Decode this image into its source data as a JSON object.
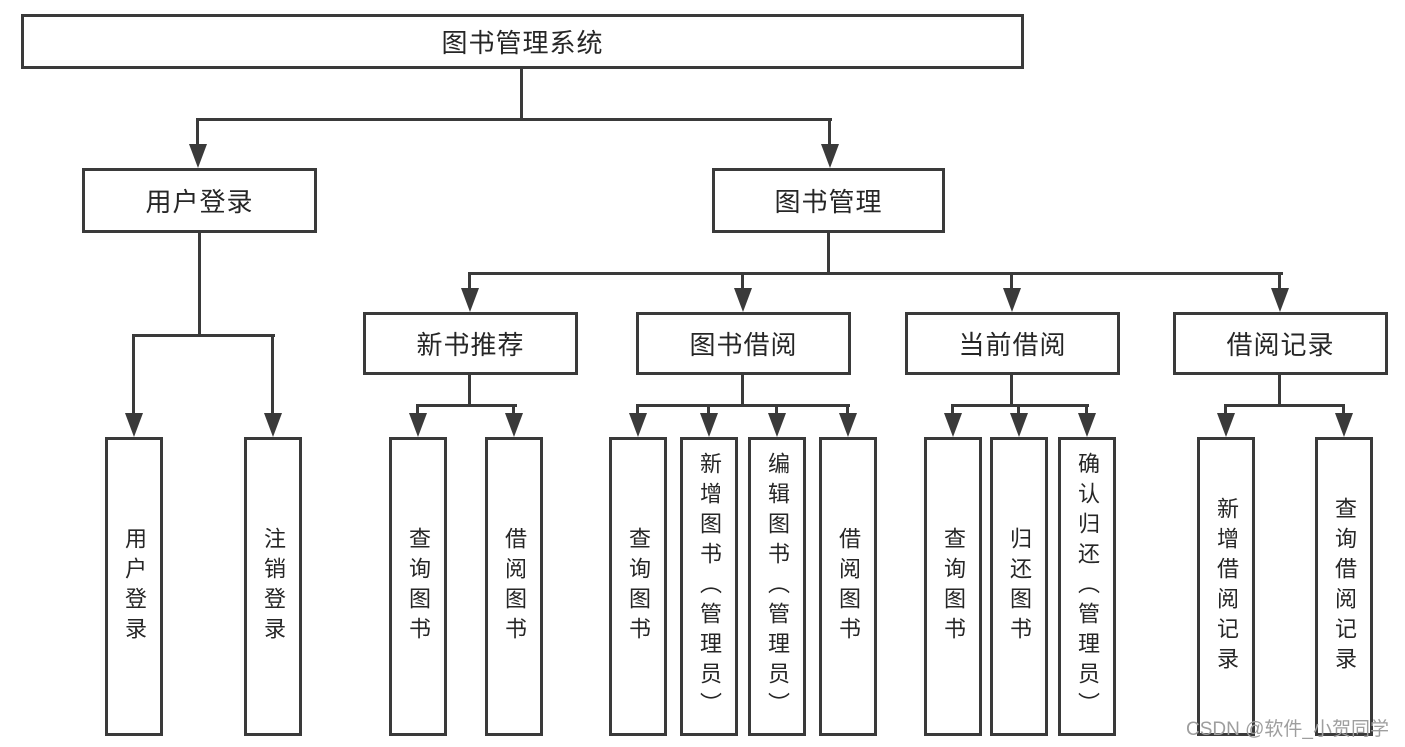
{
  "diagram": {
    "root": "图书管理系统",
    "branches": [
      "用户登录",
      "图书管理"
    ],
    "sections": [
      "新书推荐",
      "图书借阅",
      "当前借阅",
      "借阅记录"
    ],
    "leaves": {
      "user_login": [
        "用户登录",
        "注销登录"
      ],
      "new_book_rec": [
        "查询图书",
        "借阅图书"
      ],
      "book_borrow": [
        "查询图书",
        "新增图书（管理员）",
        "编辑图书（管理员）",
        "借阅图书"
      ],
      "current_borrow": [
        "查询图书",
        "归还图书",
        "确认归还（管理员）"
      ],
      "borrow_records": [
        "新增借阅记录",
        "查询借阅记录"
      ]
    }
  },
  "watermark": "CSDN @软件_小贺同学",
  "colors": {
    "line": "#3a3a3a",
    "text": "#262626",
    "watermark": "#9e9e9e",
    "bg": "#ffffff"
  }
}
